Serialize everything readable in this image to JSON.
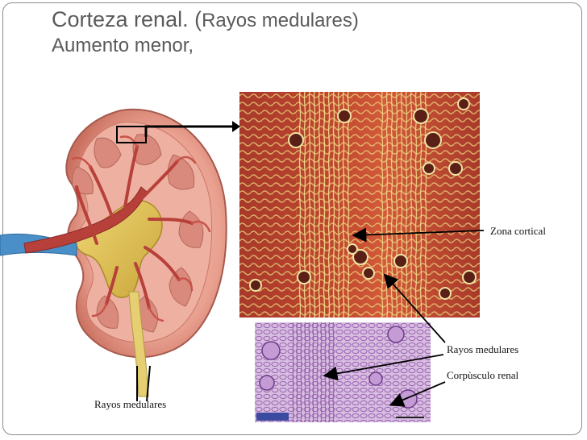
{
  "slide": {
    "title_main": "Corteza renal. (",
    "title_paren": "Rayos medulares)",
    "title_line2": "Aumento menor,"
  },
  "labels": {
    "zona_cortical": "Zona cortical",
    "rayos_medulares_right": "Rayos medulares",
    "corpusculo_renal": "Corpùsculo renal",
    "rayos_medulares_left": "Rayos medulares"
  },
  "colors": {
    "title_text": "#5a5a5a",
    "kidney_cortex": "#e9a08f",
    "kidney_pelvis": "#d8b640",
    "vessel_red": "#b8403a",
    "vessel_blue": "#4a8fc8",
    "micro_red": "#c0472f",
    "micro_yellow": "#e9d27a",
    "micro_purple": "#b48ac6"
  },
  "icons": {
    "arrow": "arrow-icon"
  }
}
